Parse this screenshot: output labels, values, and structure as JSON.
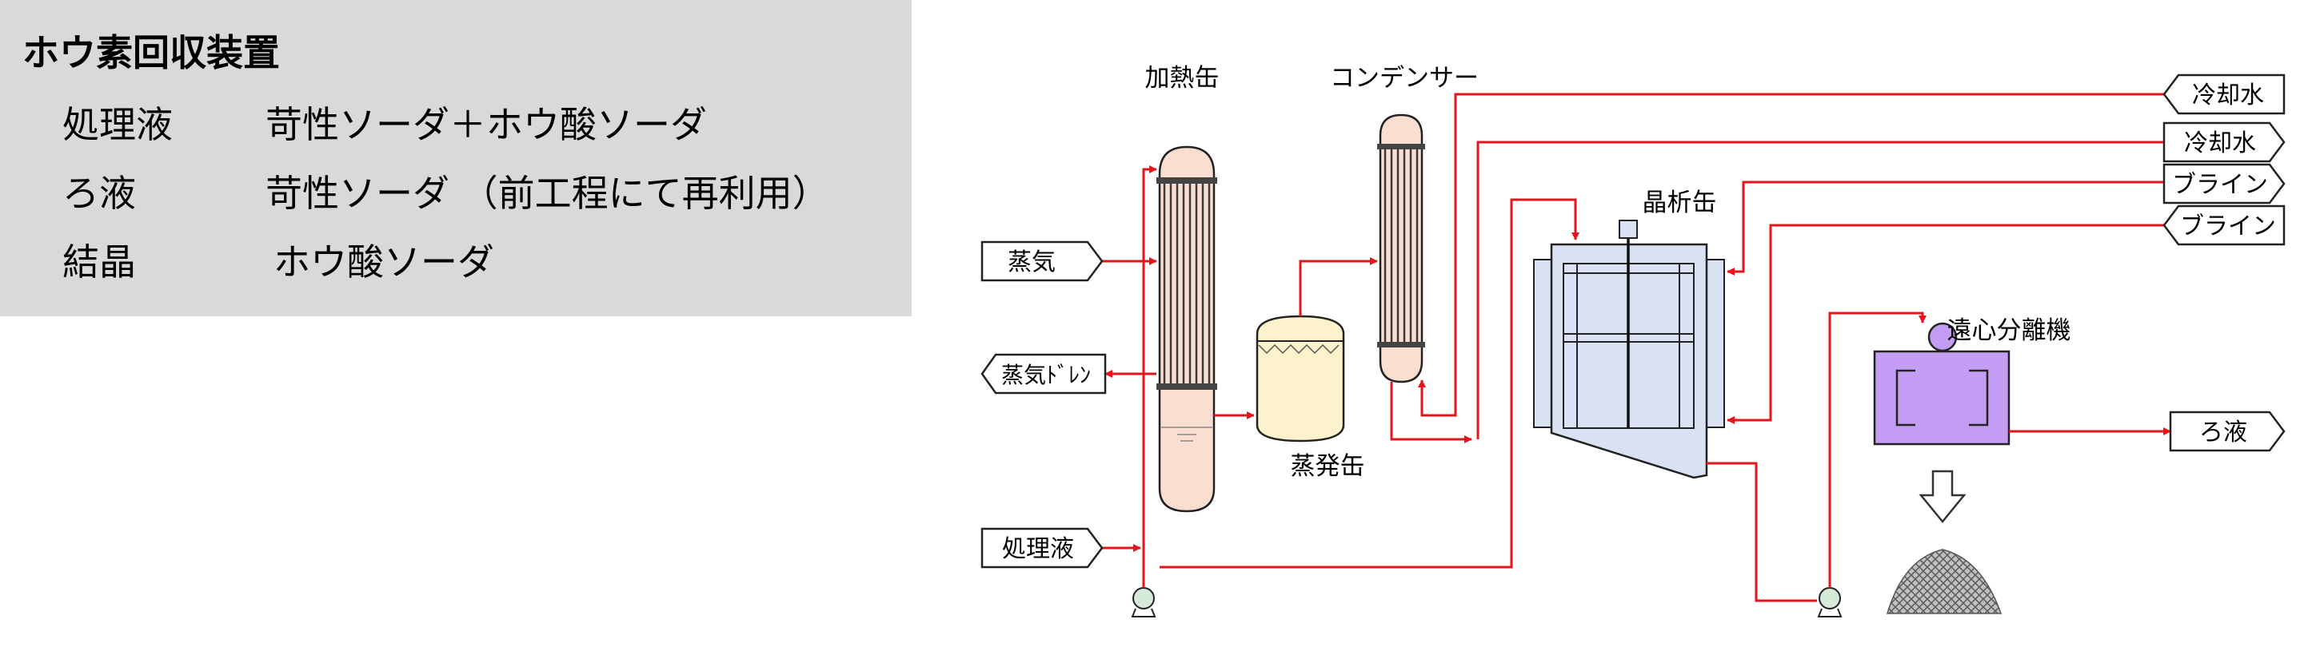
{
  "panel": {
    "title": "ホウ素回収装置",
    "rows": [
      {
        "label": "処理液",
        "value": "苛性ソーダ＋ホウ酸ソーダ"
      },
      {
        "label": "ろ液",
        "value": "苛性ソーダ （前工程にて再利用）"
      },
      {
        "label": "結晶",
        "value": "ホウ酸ソーダ"
      }
    ]
  },
  "diagram": {
    "equipment": {
      "heater": "加熱缶",
      "condenser": "コンデンサー",
      "evaporator": "蒸発缶",
      "crystallizer": "晶析缶",
      "centrifuge": "遠心分離機"
    },
    "tags": {
      "steam": "蒸気",
      "steam_drain": "蒸気ﾄﾞﾚﾝ",
      "feed": "処理液",
      "cooling_water_1": "冷却水",
      "cooling_water_2": "冷却水",
      "brine_1": "ブライン",
      "brine_2": "ブライン",
      "filtrate": "ろ液"
    },
    "colors": {
      "pipe": "#e8141b",
      "heater_fill": "#fadfd0",
      "evaporator_fill": "#fdf2cc",
      "crystallizer_fill": "#d9e1f2",
      "centrifuge_fill": "#c39cf3",
      "pile_fill": "#7f7f7f",
      "panel_bg": "#d9d9d9"
    }
  }
}
